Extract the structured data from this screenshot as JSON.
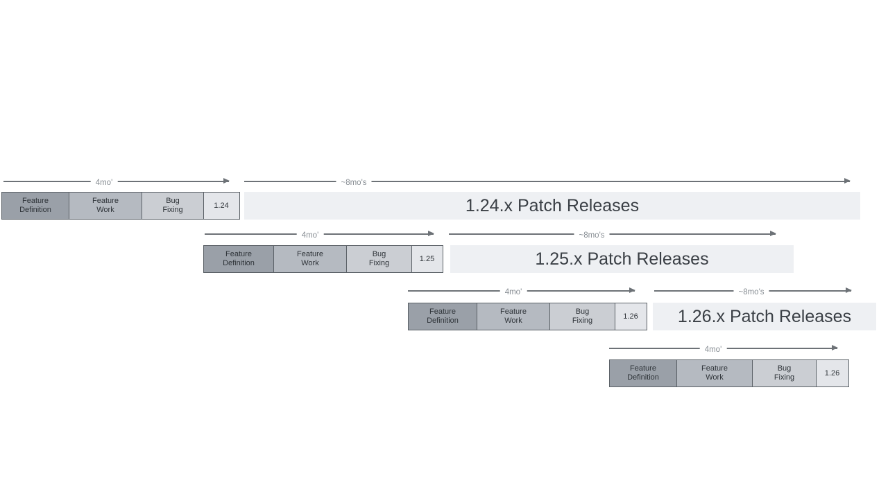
{
  "labels": {
    "cycle_duration": "4mo'",
    "patch_duration": "~8mo's"
  },
  "phases": {
    "definition": "Feature\nDefinition",
    "work": "Feature\nWork",
    "bug_fixing": "Bug\nFixing"
  },
  "rows": [
    {
      "version": "1.24",
      "patch_label": "1.24.x Patch Releases"
    },
    {
      "version": "1.25",
      "patch_label": "1.25.x Patch Releases"
    },
    {
      "version": "1.26",
      "patch_label": "1.26.x Patch Releases"
    },
    {
      "version": "1.26",
      "patch_label": ""
    }
  ],
  "colors": {
    "phase_feature_definition": "#9aa0a8",
    "phase_feature_work": "#b5bac1",
    "phase_bug_fixing": "#cbced3",
    "version_box": "#e4e6ea",
    "patch_bar": "#eef0f3",
    "box_border": "#5a6066",
    "arrow": "#6d7277",
    "arrow_label_text": "#878d93",
    "phase_text": "#2e3338",
    "patch_text": "#3a3f45",
    "background": "#ffffff"
  }
}
